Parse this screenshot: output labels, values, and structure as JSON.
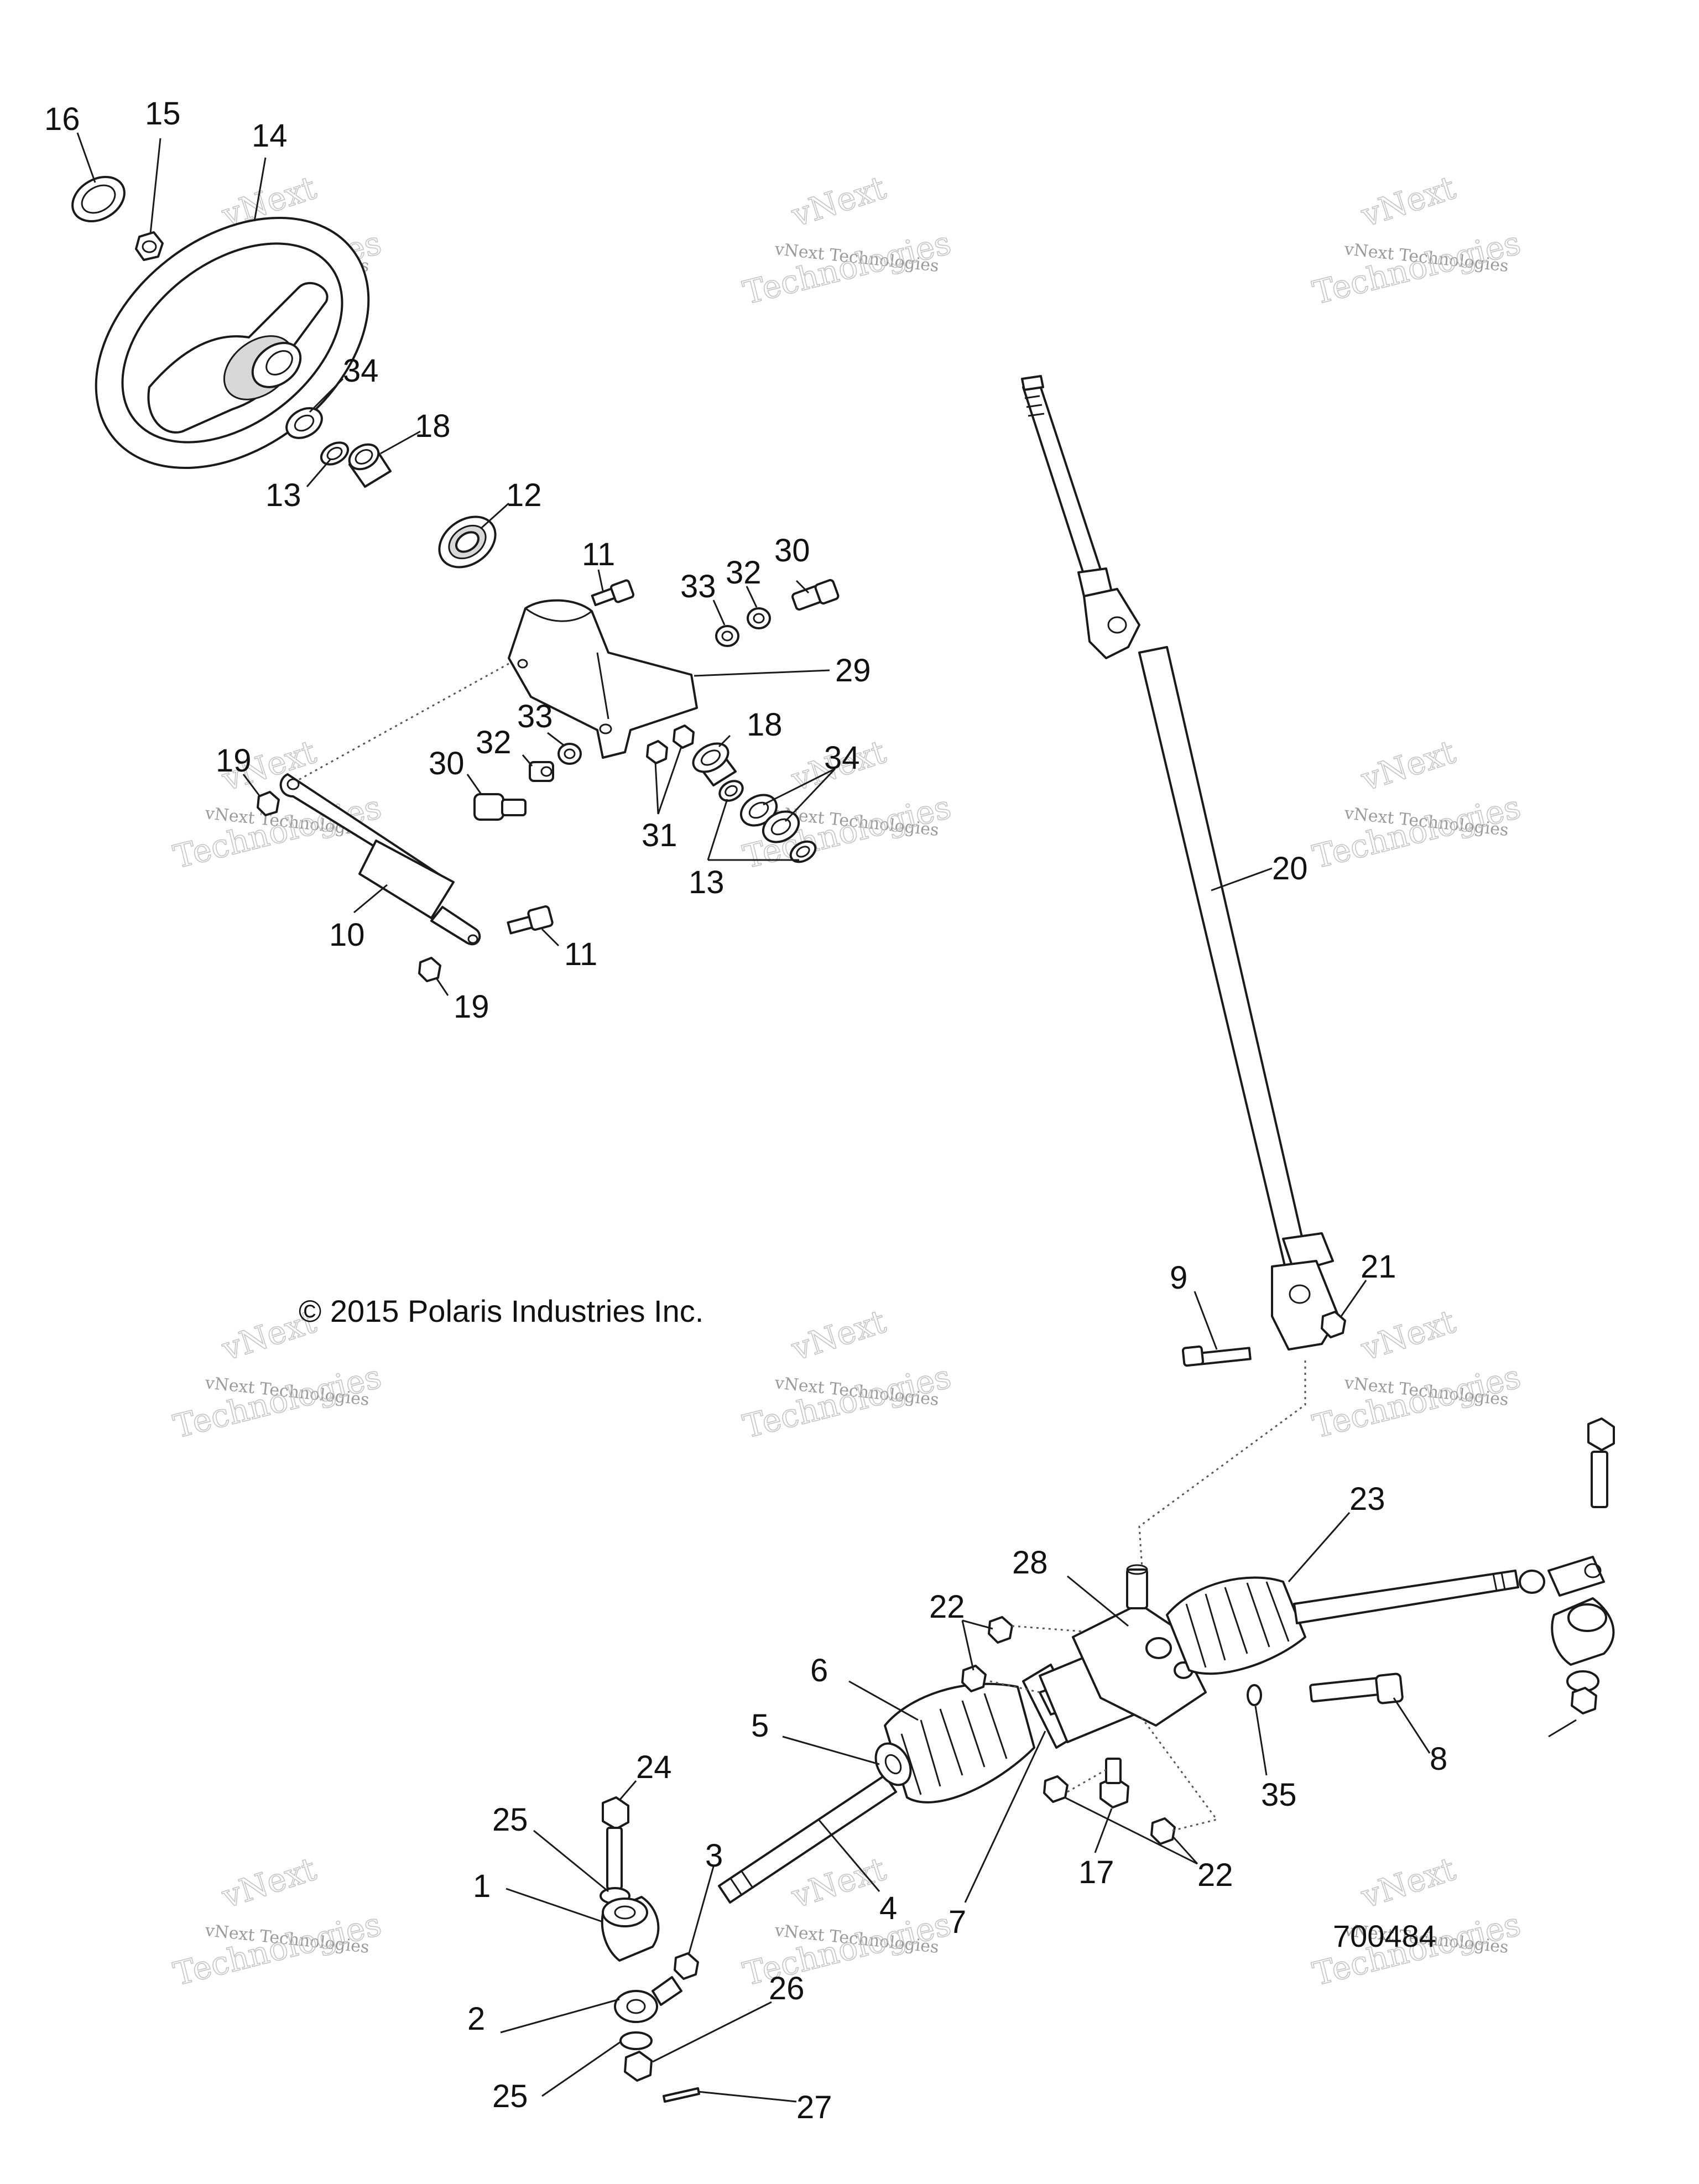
{
  "diagram": {
    "copyright": "© 2015 Polaris Industries Inc.",
    "figure_number": "700484",
    "watermark": {
      "line1": "vNext",
      "line2": "vNext Technologies",
      "line3": "Technologies"
    },
    "callouts": {
      "c1": "1",
      "c2": "2",
      "c3": "3",
      "c4": "4",
      "c5": "5",
      "c6": "6",
      "c7": "7",
      "c8": "8",
      "c9": "9",
      "c10": "10",
      "c11a": "11",
      "c11b": "11",
      "c12": "12",
      "c13a": "13",
      "c13b": "13",
      "c14": "14",
      "c15": "15",
      "c16": "16",
      "c17": "17",
      "c18a": "18",
      "c18b": "18",
      "c19a": "19",
      "c19b": "19",
      "c20": "20",
      "c21": "21",
      "c22a": "22",
      "c22b": "22",
      "c23": "23",
      "c24": "24",
      "c25a": "25",
      "c25b": "25",
      "c26": "26",
      "c27": "27",
      "c28": "28",
      "c29": "29",
      "c30a": "30",
      "c30b": "30",
      "c31": "31",
      "c32a": "32",
      "c32b": "32",
      "c33a": "33",
      "c33b": "33",
      "c34a": "34",
      "c34b": "34",
      "c35": "35"
    }
  }
}
